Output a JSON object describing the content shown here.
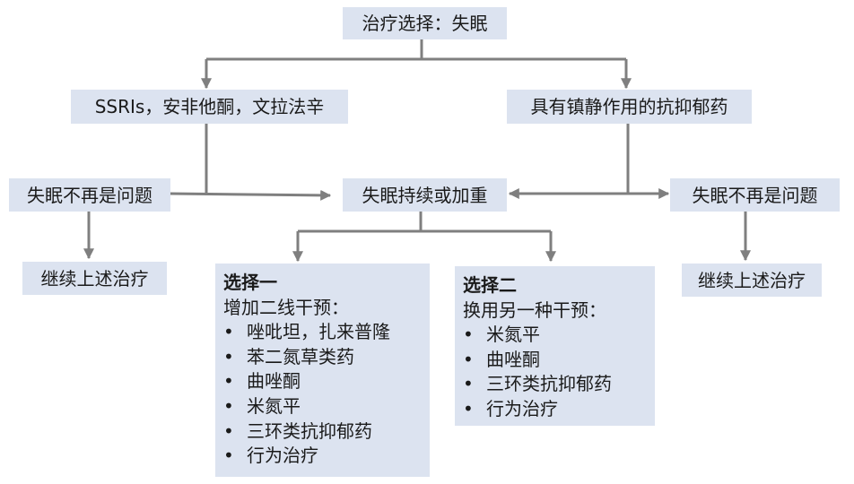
{
  "nodes": {
    "root": "治疗选择：失眠",
    "left_drug": "SSRIs，安非他酮，文拉法辛",
    "right_drug": "具有镇静作用的抗抑郁药",
    "persist": "失眠持续或加重",
    "resolved_left": "失眠不再是问题",
    "resolved_right": "失眠不再是问题",
    "continue_left": "继续上述治疗",
    "continue_right": "继续上述治疗"
  },
  "option1": {
    "title": "选择一",
    "subtitle": "增加二线干预：",
    "items": [
      "唑吡坦，扎来普隆",
      "苯二氮草类药",
      "曲唑酮",
      "米氮平",
      "三环类抗抑郁药",
      "行为治疗"
    ]
  },
  "option2": {
    "title": "选择二",
    "subtitle": "换用另一种干预：",
    "items": [
      "米氮平",
      "曲唑酮",
      "三环类抗抑郁药",
      "行为治疗"
    ]
  },
  "colors": {
    "box_fill": "#dce3f0",
    "connector": "#7f7f7f"
  }
}
